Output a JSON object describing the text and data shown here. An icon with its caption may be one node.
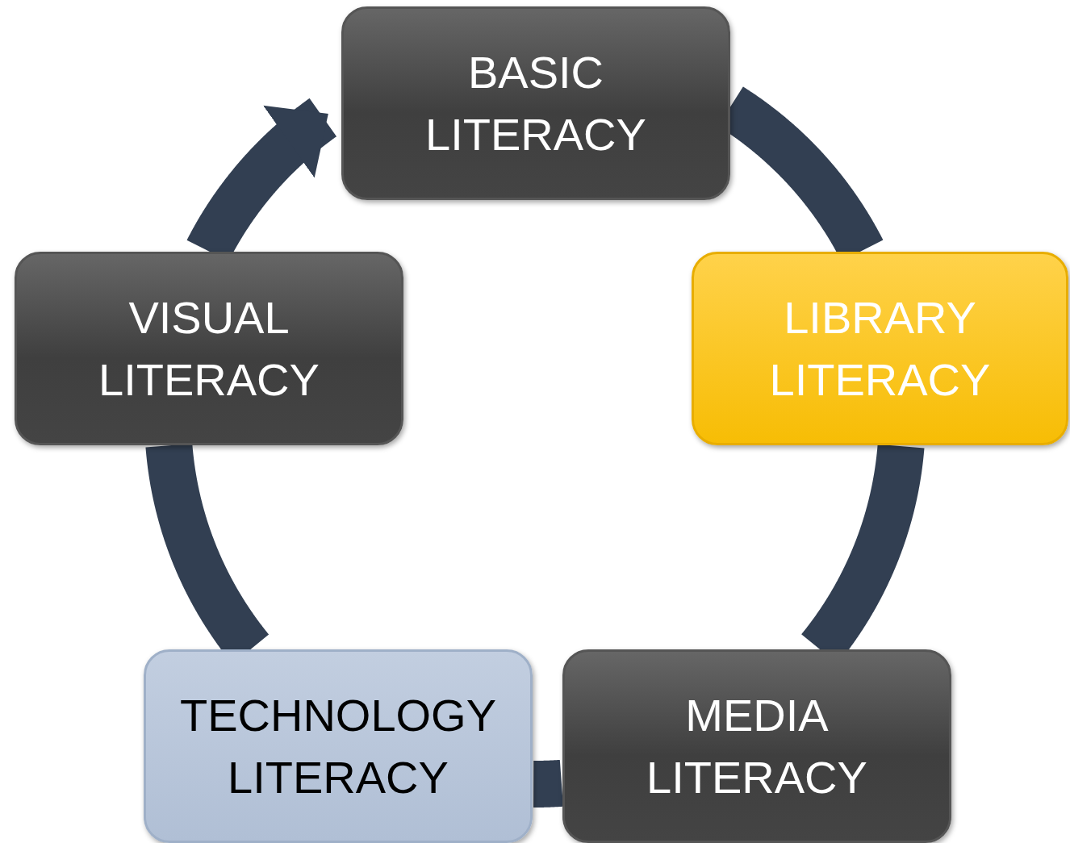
{
  "diagram": {
    "nodes": [
      {
        "text": [
          "BASIC LITERACY"
        ]
      },
      {
        "text": [
          "VISUAL LITERACY"
        ]
      },
      {
        "text": [
          "LIBRARY LITERACY"
        ]
      },
      {
        "text": [
          "TECHNOLOGY LITERACY"
        ]
      },
      {
        "text": [
          "MEDIA LITERACY"
        ]
      }
    ],
    "edges": [
      {
        "from": 0,
        "to": 2,
        "arrow": "none"
      },
      {
        "from": 2,
        "to": 4,
        "arrow": "none"
      },
      {
        "from": 4,
        "to": 3,
        "arrow": "none"
      },
      {
        "from": 3,
        "to": 1,
        "arrow": "none"
      },
      {
        "from": 1,
        "to": 0,
        "arrow": "to"
      }
    ]
  }
}
